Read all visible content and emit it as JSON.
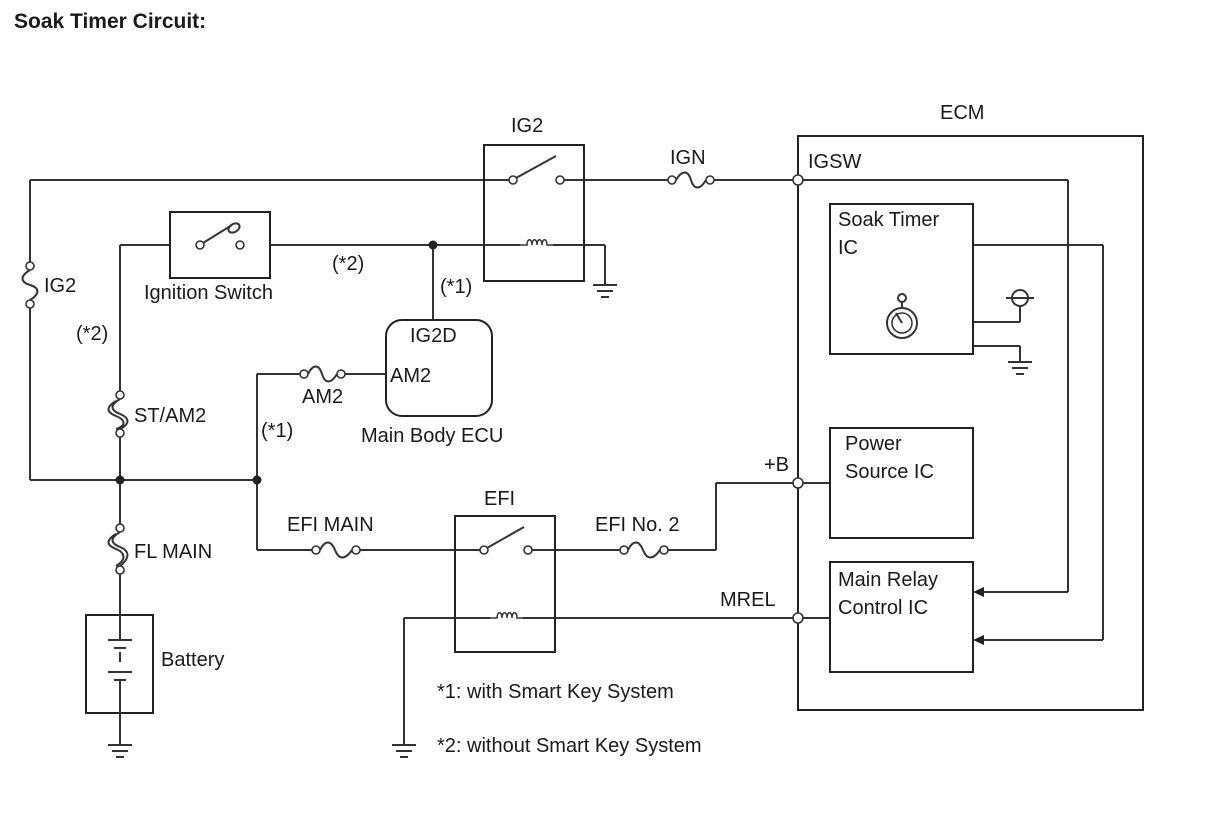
{
  "title": "Soak Timer Circuit:",
  "components": {
    "ecm": "ECM",
    "ig2_relay": "IG2",
    "ign_fuse": "IGN",
    "igsw_terminal": "IGSW",
    "ig2_fuse": "IG2",
    "ignition_switch": "Ignition Switch",
    "note_2_top": "(*2)",
    "note_1_top": "(*1)",
    "note_2_left": "(*2)",
    "ig2d": "IG2D",
    "am2_terminal": "AM2",
    "am2_fuse": "AM2",
    "main_body_ecu": "Main Body ECU",
    "st_am2_fuse": "ST/AM2",
    "note_1_mid": "(*1)",
    "efi_main_fuse": "EFI MAIN",
    "efi_relay": "EFI",
    "efi_no2_fuse": "EFI No. 2",
    "b_terminal": "+B",
    "mrel_terminal": "MREL",
    "fl_main_fuse": "FL MAIN",
    "battery": "Battery",
    "soak_timer_ic_line1": "Soak Timer",
    "soak_timer_ic_line2": "IC",
    "power_source_ic_line1": "Power",
    "power_source_ic_line2": "Source IC",
    "main_relay_ic_line1": "Main Relay",
    "main_relay_ic_line2": "Control IC"
  },
  "notes": {
    "note1": "*1: with Smart Key System",
    "note2": "*2: without Smart Key System"
  }
}
